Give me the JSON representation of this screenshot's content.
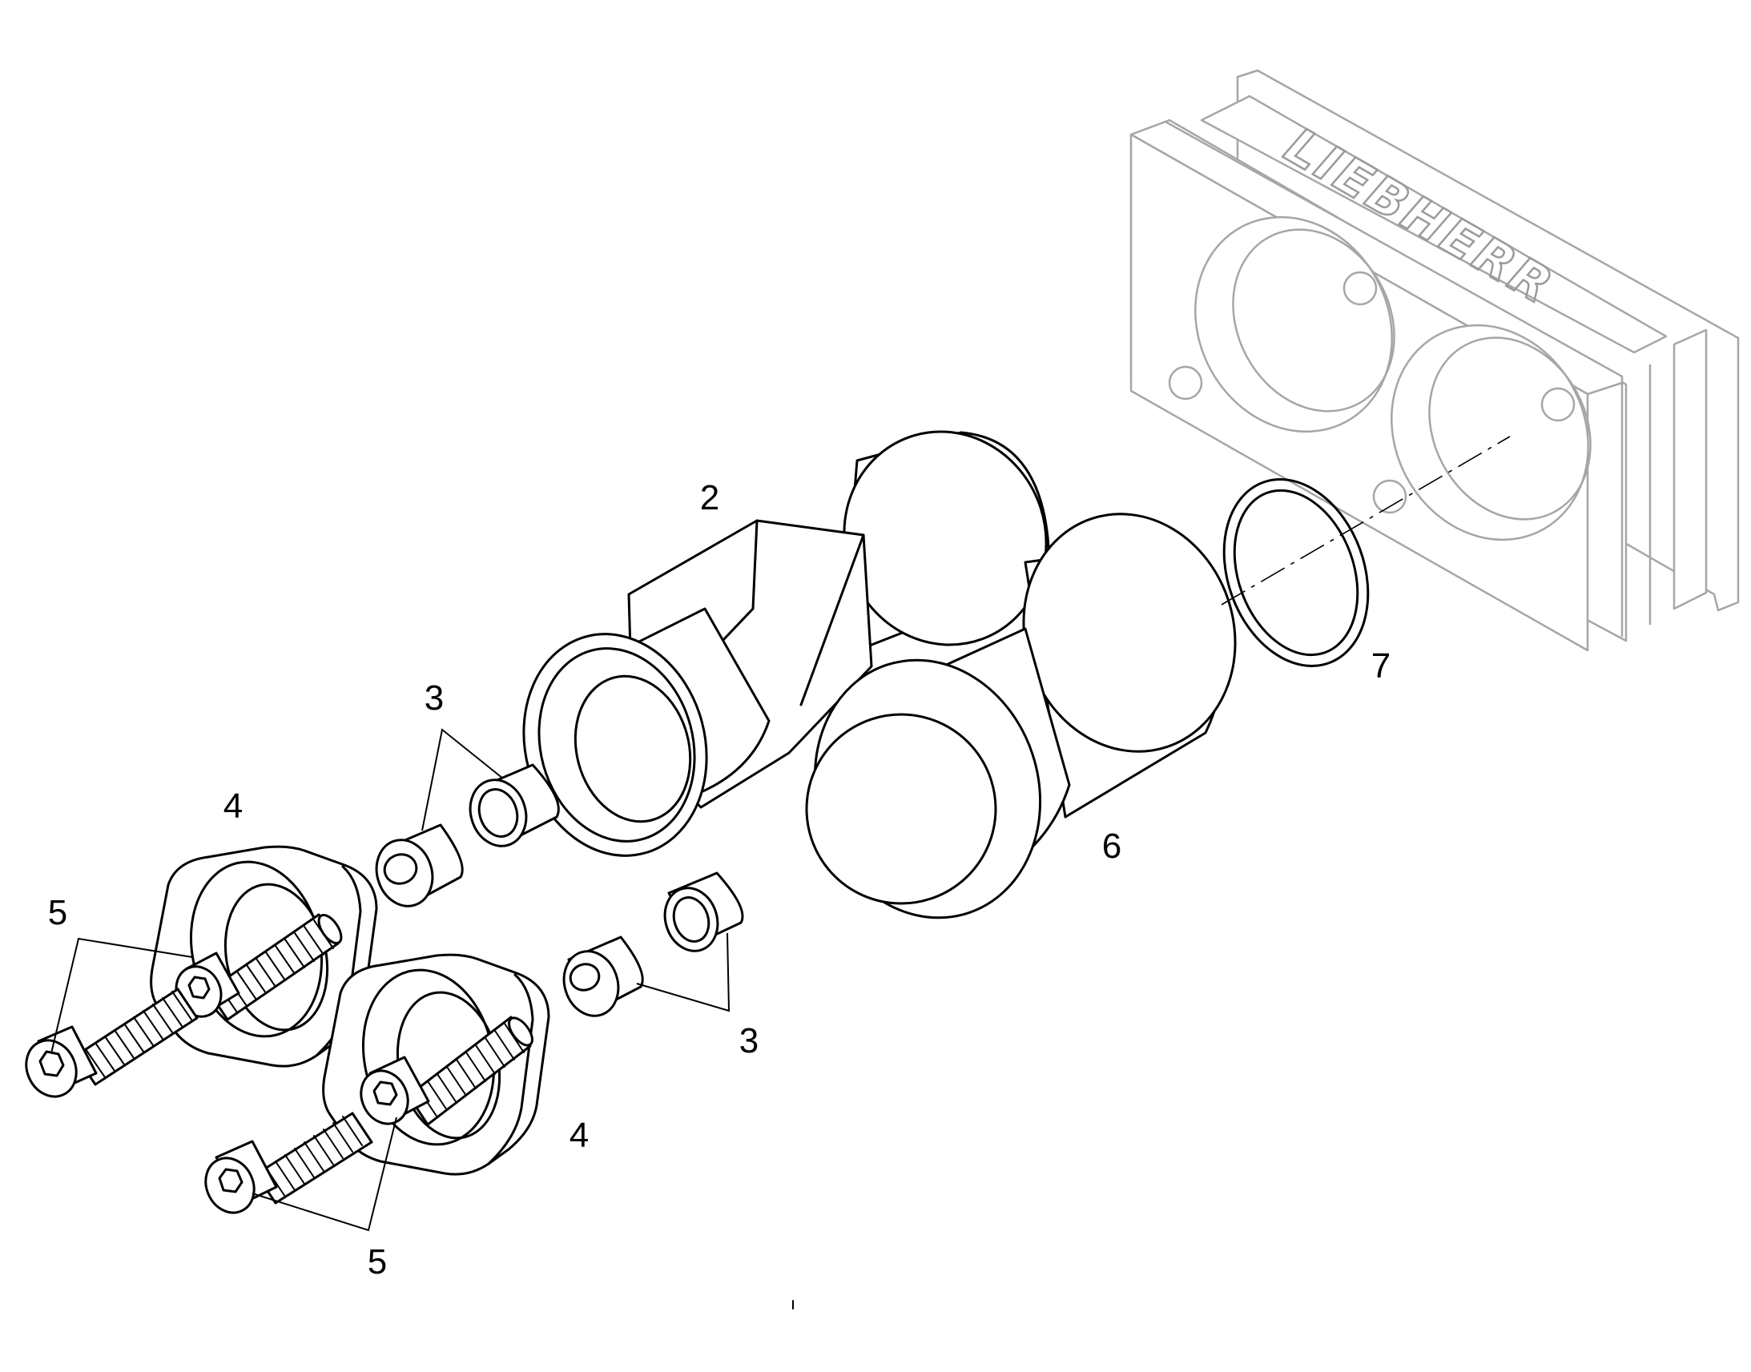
{
  "callouts": {
    "item_2": "2",
    "item_3_upper": "3",
    "item_3_lower": "3",
    "item_4_upper": "4",
    "item_4_lower": "4",
    "item_5_upper": "5",
    "item_5_lower": "5",
    "item_6": "6",
    "item_7": "7"
  },
  "housing": {
    "logo_text": "LIEBHERR"
  },
  "colors": {
    "line": "#000000",
    "context_part": "#a6a6a6",
    "background": "#ffffff"
  }
}
